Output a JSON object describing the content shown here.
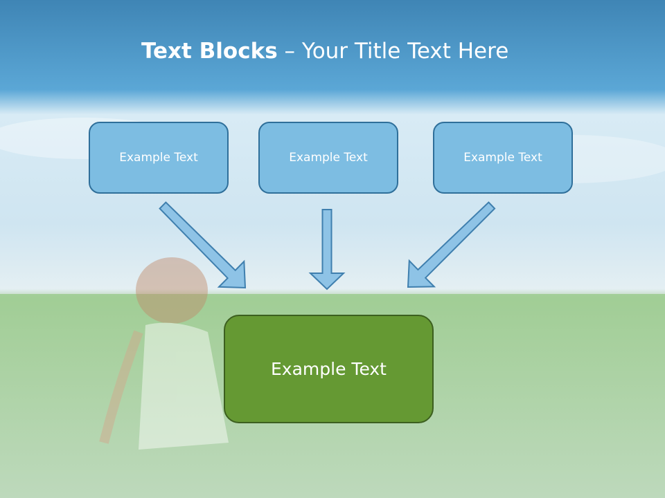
{
  "title": {
    "bold_part": "Text Blocks",
    "dash": " – ",
    "regular_part": "Your Title Text Here"
  },
  "boxes": [
    {
      "label": "Example Text"
    },
    {
      "label": "Example Text"
    },
    {
      "label": "Example Text"
    }
  ],
  "result_box": {
    "label": "Example Text"
  },
  "colors": {
    "top_box_fill": "#7dbde2",
    "top_box_border": "#2f6f9a",
    "result_box_fill": "#659933",
    "arrow_fill": "#8ec3e6",
    "arrow_stroke": "#3f7fae"
  }
}
